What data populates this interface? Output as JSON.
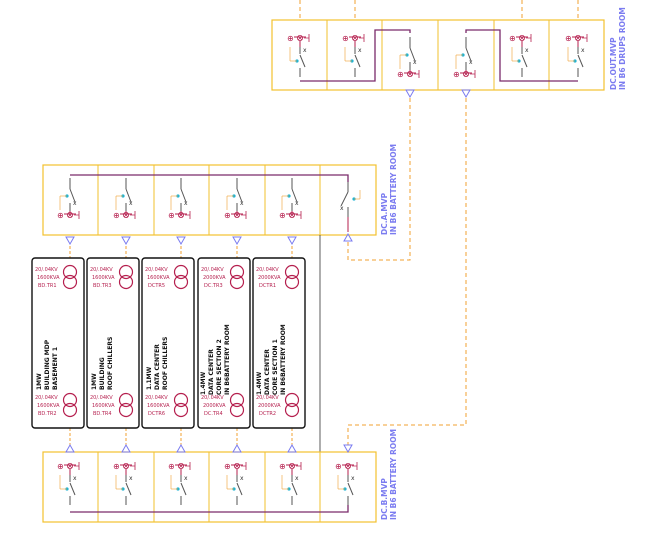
{
  "boards": {
    "dc_out": {
      "title": "DC.OUT.MVP",
      "room": "IN B6 DRUPS ROOM"
    },
    "dc_a": {
      "title": "DC.A.MVP",
      "room": "IN B6 BATTERY ROOM"
    },
    "dc_b": {
      "title": "DC.B.MVP",
      "room": "IN B6 BATTERY ROOM"
    }
  },
  "transformer_groups": [
    {
      "top": {
        "rating": "20/.04KV",
        "kva": "1600KVA",
        "tag": "BD.TR1"
      },
      "bottom": {
        "rating": "20/.04KV",
        "kva": "1600KVA",
        "tag": "BD.TR2"
      },
      "desc": [
        "1MW",
        "BUILDING MDP",
        "BASEMENT 1"
      ]
    },
    {
      "top": {
        "rating": "20/.04KV",
        "kva": "1600KVA",
        "tag": "BD.TR3"
      },
      "bottom": {
        "rating": "20/.04KV",
        "kva": "1600KVA",
        "tag": "BD.TR4"
      },
      "desc": [
        "1MW",
        "BUILDING",
        "ROOF CHILLERS"
      ]
    },
    {
      "top": {
        "rating": "20/.04KV",
        "kva": "1600KVA",
        "tag": "DCTR5"
      },
      "bottom": {
        "rating": "20/.04KV",
        "kva": "1600KVA",
        "tag": "DCTR6"
      },
      "desc": [
        "1.1MW",
        "DATA CENTER",
        "ROOF CHILLERS"
      ]
    },
    {
      "top": {
        "rating": "20/.04KV",
        "kva": "2000KVA",
        "tag": "DC.TR3"
      },
      "bottom": {
        "rating": "20/.04KV",
        "kva": "2000KVA",
        "tag": "DC.TR4"
      },
      "desc": [
        "1.4MW",
        "DATA CENTER",
        "CORE SECTION 2",
        "IN B6BATTERY ROOM"
      ]
    },
    {
      "top": {
        "rating": "20/.04KV",
        "kva": "2000KVA",
        "tag": "DCTR1"
      },
      "bottom": {
        "rating": "20/.04KV",
        "kva": "2000KVA",
        "tag": "DCTR2"
      },
      "desc": [
        "1.4MW",
        "DATA CENTER",
        "CORE SECTION 1",
        "IN B6BATTERY ROOM"
      ]
    }
  ],
  "colors": {
    "panel_border": "#f2c12e",
    "busbar": "#7a2a6a",
    "switch": "#b51f4e",
    "dashed_link": "#f0a030",
    "label": "#7b7cf0",
    "accent": "#21b4d4"
  }
}
